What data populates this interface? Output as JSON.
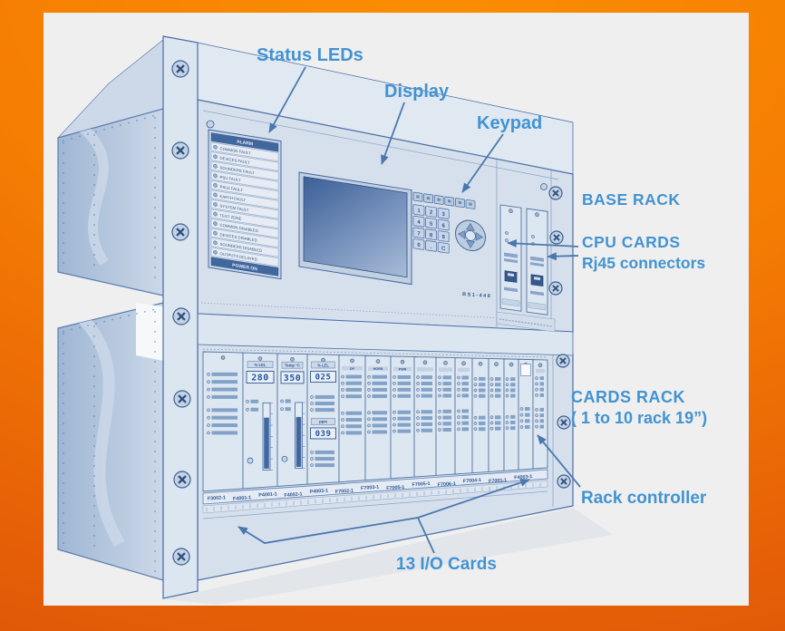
{
  "callouts": {
    "status_leds": "Status LEDs",
    "display": "Display",
    "keypad": "Keypad",
    "base_rack": "BASE RACK",
    "cpu_cards": "CPU  CARDS",
    "rj45": "Rj45 connectors",
    "cards_rack": "CARDS RACK",
    "cards_rack_sub": "( 1 to 10 rack 19”)",
    "rack_controller": "Rack controller",
    "io_cards": "13  I/O Cards"
  },
  "base_rack": {
    "model_label": "BS1-448",
    "status_panel": {
      "header": "ALARM",
      "rows": [
        "COMMON FAULT",
        "DEVICES FAULT",
        "SOUNDERS FAULT",
        "PSU FAULT",
        "PSU2 FAULT",
        "EARTH FAULT",
        "SYSTEM FAULT",
        "TEST ZONE",
        "COMMON DISABLED",
        "DEVICES DISABLED",
        "SOUNDERS DISABLED",
        "OUTPUTS DELAYED"
      ],
      "footer": "POWER ON"
    },
    "keypad_digits": [
      "1",
      "2",
      "3",
      "4",
      "5",
      "6",
      "7",
      "8",
      "9",
      "0",
      ".",
      "C"
    ],
    "cpu_card_count": 2
  },
  "cards_rack": {
    "meter_cards": [
      {
        "label": "% LEL",
        "value": "280"
      },
      {
        "label": "Temp °C",
        "value": "350"
      },
      {
        "label": "% LEL",
        "value": "025",
        "label2": "ppm",
        "value2": "039"
      }
    ],
    "io_card_headers": [
      "DP",
      "HORN",
      "PWR"
    ],
    "bottom_labels": [
      "F3002-1",
      "F4001-1",
      "P4001-1",
      "F4002-1",
      "P4003-1",
      "F7002-1",
      "F7003-1",
      "F7005-1",
      "F7005-1",
      "F7006-1",
      "F7004-1",
      "F7001-1",
      "F4003-1"
    ]
  },
  "colors": {
    "frame_bright": "#fb8c00",
    "frame_dark": "#d95207",
    "canvas": "#efefef",
    "panel_face": "#d6e0ed",
    "outline": "#4a6fa5",
    "side_panel": "#aec2db",
    "callout_text": "#4293d2",
    "arrow": "#4a78ad",
    "screen_dark": "#3c5f97",
    "digit_color": "#2456a4",
    "led_header_bar": "#41679f"
  }
}
